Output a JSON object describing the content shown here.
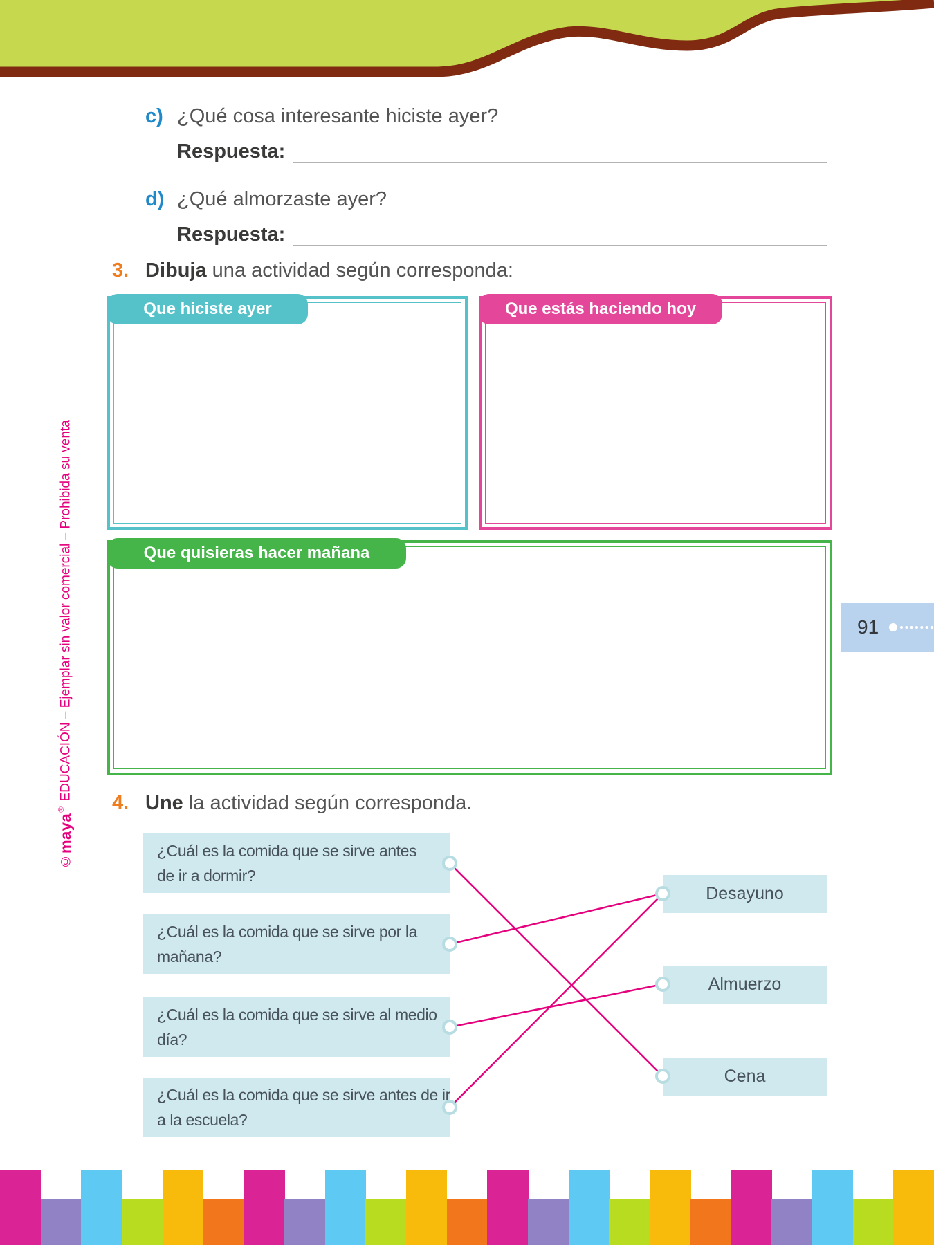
{
  "colors": {
    "band_lime": "#c5d84e",
    "band_brown": "#7f2a11",
    "letter_blue": "#2089ca",
    "number_orange": "#ef7d1e",
    "teal": "#55c1c8",
    "pink": "#e4479a",
    "green": "#45b549",
    "pale_blue_box": "#cfe9ee",
    "magenta_line": "#e5007d",
    "page_tab_blue": "#b9d3ef",
    "fence": {
      "magenta": "#da2394",
      "purple": "#9181c5",
      "sky": "#5ec9f2",
      "lime_green": "#b8dc20",
      "yellow": "#f8ba0b",
      "orange": "#f1761c"
    }
  },
  "open_questions": [
    {
      "letter": "c)",
      "text": "¿Qué cosa interesante hiciste ayer?",
      "answer_label": "Respuesta:"
    },
    {
      "letter": "d)",
      "text": "¿Qué almorzaste ayer?",
      "answer_label": "Respuesta:"
    }
  ],
  "section3": {
    "number": "3.",
    "verb": "Dibuja",
    "rest": " una actividad según corresponda:",
    "boxes": [
      {
        "label": "Que hiciste ayer"
      },
      {
        "label": "Que estás haciendo hoy"
      },
      {
        "label": "Que quisieras hacer mañana"
      }
    ]
  },
  "page_number": "91",
  "section4": {
    "number": "4.",
    "verb": "Une",
    "rest": " la actividad según corresponda.",
    "questions": [
      {
        "lines": [
          "¿Cuál es la comida que se sirve antes",
          "de ir a dormir?"
        ]
      },
      {
        "lines": [
          "¿Cuál es la comida que se sirve por la",
          "mañana?"
        ]
      },
      {
        "lines": [
          "¿Cuál es la comida que se sirve al medio",
          "día?"
        ]
      },
      {
        "lines": [
          "¿Cuál es la comida que se sirve antes de ir",
          "a la escuela?"
        ]
      }
    ],
    "answers": [
      "Desayuno",
      "Almuerzo",
      "Cena"
    ],
    "connections": [
      {
        "question": 0,
        "answer": 2
      },
      {
        "question": 1,
        "answer": 0
      },
      {
        "question": 2,
        "answer": 1
      },
      {
        "question": 3,
        "answer": 0
      }
    ]
  },
  "sidebar": {
    "copyright": "©",
    "brand": "maya",
    "registered": "®",
    "text": " EDUCACIÓN – Ejemplar sin valor comercial – Prohibida su venta"
  },
  "fence": {
    "pattern": [
      "magenta",
      "purple",
      "sky",
      "lime_green",
      "yellow",
      "orange"
    ],
    "tall": [
      "magenta",
      "sky",
      "yellow"
    ],
    "bar_count": 23
  }
}
